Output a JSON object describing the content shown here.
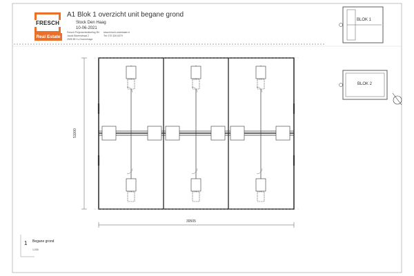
{
  "header": {
    "logo_text": "FRESCH",
    "logo_subtitle": "Real Estate",
    "title": "A1 Blok 1 overzicht unit begane grond",
    "location": "Stock Den Haag",
    "date": "10-06-2021",
    "contact_lines": [
      "Fresch Projectontwikkeling BV",
      "Jacob Bloemstraat 2",
      "2595 BH 's-Gravenhage"
    ],
    "web_lines": [
      "www.fresch-realestate.nl",
      "Tel: 070 326 6379"
    ]
  },
  "dimensions": {
    "width_label": "39505",
    "height_label": "51000"
  },
  "key_plans": [
    {
      "label": "BLOK 1"
    },
    {
      "label": "BLOK 2"
    }
  ],
  "sheet": {
    "number": "1",
    "name": "Begane grond",
    "scale": "1:200"
  },
  "colors": {
    "brand_orange": "#e8702a",
    "line": "#333333",
    "frame": "#9a9a9a"
  }
}
